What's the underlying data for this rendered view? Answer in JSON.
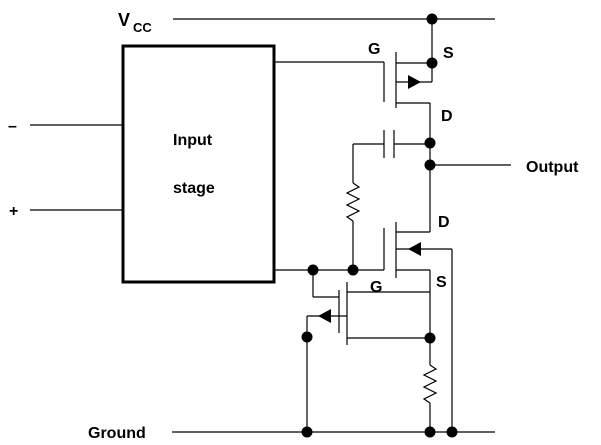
{
  "supply": {
    "vcc_main": "V",
    "vcc_sub": "CC"
  },
  "ground_label": "Ground",
  "output_label": "Output",
  "inputs": {
    "inverting": "–",
    "noninverting": "+"
  },
  "block": {
    "line1": "Input",
    "line2": "stage"
  },
  "pins": {
    "top_gate": "G",
    "top_source": "S",
    "top_drain": "D",
    "bottom_drain": "D",
    "bottom_gate": "G",
    "bottom_source": "S"
  }
}
